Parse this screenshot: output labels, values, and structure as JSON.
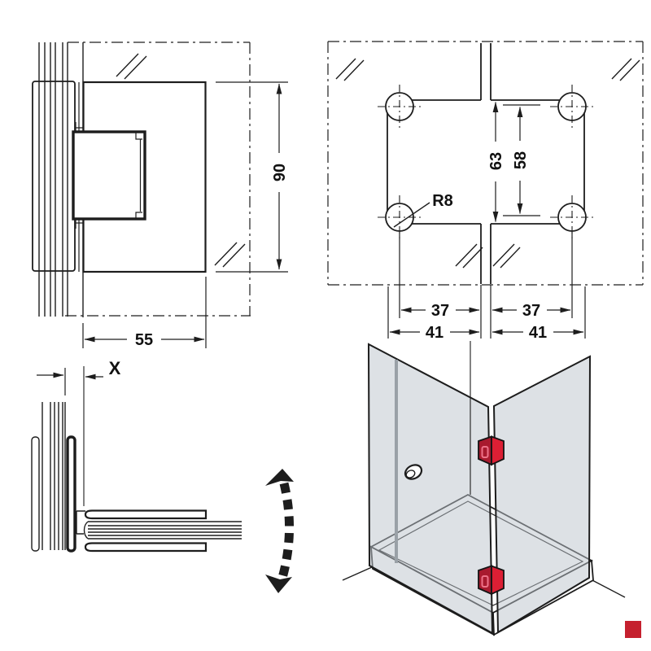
{
  "elevation": {
    "height_dim": "90",
    "width_dim": "55",
    "gap_dim": "X"
  },
  "drilling": {
    "cutout_height_dim": "63",
    "hole_spacing_dim": "58",
    "corner_radius_label": "R8",
    "hole_offset_left_dim": "37",
    "hole_offset_right_dim": "37",
    "cutout_width_left_dim": "41",
    "cutout_width_right_dim": "41"
  },
  "colors": {
    "line": "#1d1d1d",
    "hinge_red_dark": "#a81a2e",
    "hinge_red_bright": "#dc1f34",
    "hinge_slot_red": "#ef7389",
    "brand_red_square": "#c5202e",
    "glass_fill": "rgba(188,196,203,0.5)"
  }
}
